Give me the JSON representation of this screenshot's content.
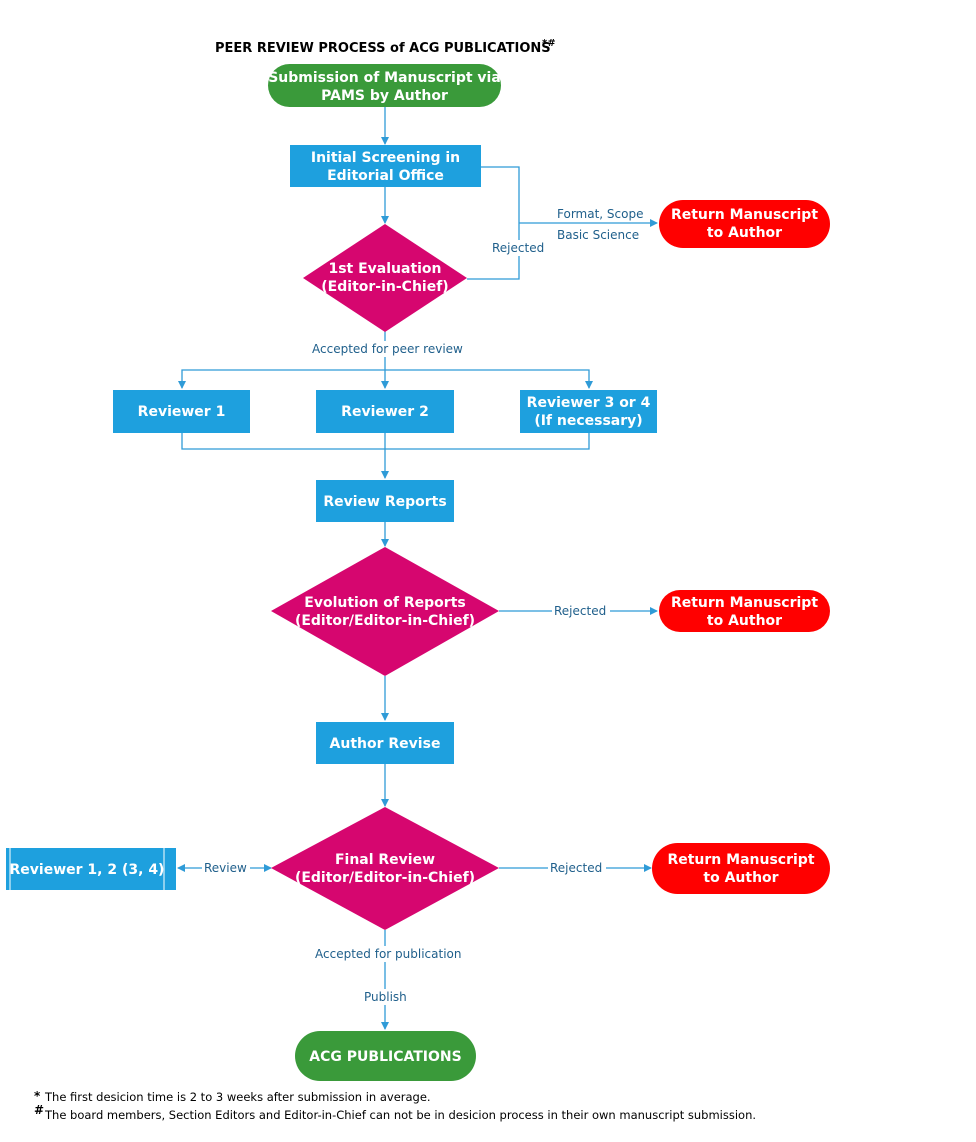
{
  "title": {
    "text": "PEER REVIEW PROCESS of ACG PUBLICATIONS",
    "marks": "*#"
  },
  "colors": {
    "green": "#3a9a3a",
    "blue": "#1ea0de",
    "magenta": "#d6066f",
    "red": "#ff0000",
    "line": "#2f9bd7",
    "edge_text": "#1f5f8b"
  },
  "nodes": {
    "submission": {
      "lines": [
        "Submission of Manuscript via",
        "PAMS by Author"
      ]
    },
    "screening": {
      "lines": [
        "Initial Screening in",
        "Editorial Office"
      ]
    },
    "first_eval": {
      "lines": [
        "1st Evaluation",
        "(Editor-in-Chief)"
      ]
    },
    "return1": {
      "lines": [
        "Return Manuscript",
        "to Author"
      ]
    },
    "reviewer1": {
      "lines": [
        "Reviewer 1"
      ]
    },
    "reviewer2": {
      "lines": [
        "Reviewer 2"
      ]
    },
    "reviewer34": {
      "lines": [
        "Reviewer 3 or 4",
        "(If necessary)"
      ]
    },
    "review_reports": {
      "lines": [
        "Review Reports"
      ]
    },
    "evolution": {
      "lines": [
        "Evolution of Reports",
        "(Editor/Editor-in-Chief)"
      ]
    },
    "return2": {
      "lines": [
        "Return Manuscript",
        "to Author"
      ]
    },
    "author_revise": {
      "lines": [
        "Author Revise"
      ]
    },
    "final_review": {
      "lines": [
        "Final Review",
        "(Editor/Editor-in-Chief)"
      ]
    },
    "reviewers_again": {
      "lines": [
        "Reviewer 1, 2  (3, 4)"
      ]
    },
    "return3": {
      "lines": [
        "Return Manuscript",
        "to Author"
      ]
    },
    "acg": {
      "lines": [
        "ACG PUBLICATIONS"
      ]
    }
  },
  "edge_labels": {
    "format_scope": "Format, Scope",
    "basic_science": "Basic Science",
    "rejected1": "Rejected",
    "accepted_peer": "Accepted for peer review",
    "rejected2": "Rejected",
    "review": "Review",
    "rejected3": "Rejected",
    "accepted_pub": "Accepted for publication",
    "publish": "Publish"
  },
  "footnotes": [
    {
      "mark": "*",
      "text": "The first desicion time is 2 to 3 weeks after submission in average."
    },
    {
      "mark": "#",
      "text": "The board members, Section Editors and Editor-in-Chief can not be in desicion process in their own manuscript submission."
    }
  ]
}
